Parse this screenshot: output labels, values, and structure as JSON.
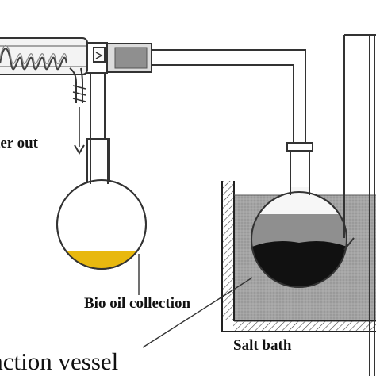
{
  "labels": {
    "water_out": "ter out",
    "bio_oil_collection": "Bio oil collection",
    "salt_bath": "Salt bath",
    "reaction_vessel": "action vessel"
  },
  "colors": {
    "bio_oil": "#e8b80f",
    "reaction_liquid": "#111111",
    "salt_bath": "#9a9a9a",
    "glass_outline": "#333333"
  },
  "icons": {
    "water_out_arrow": "arrow-down-icon",
    "condenser_coil": "coil-icon"
  }
}
